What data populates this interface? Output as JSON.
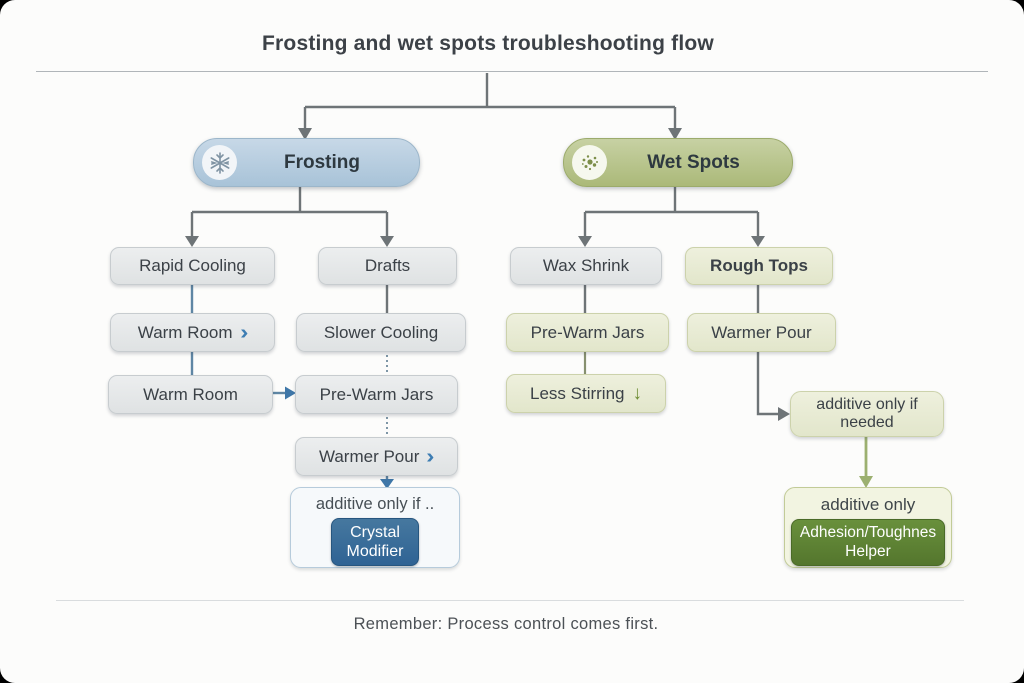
{
  "title": "Frosting and wet spots troubleshooting flow",
  "footer": "Remember: Process control comes first.",
  "colors": {
    "frosting_pill": "#b5cbdd",
    "wet_spots_pill": "#b8c48b",
    "gray_box": "#e6e8e9",
    "green_box": "#eaecd8",
    "crystal_chip": "#39719f",
    "helper_chip": "#5d7f33",
    "connector_gray": "#6e7477",
    "connector_blue": "#50789f",
    "connector_green": "#9cb070"
  },
  "pills": {
    "frosting": {
      "label": "Frosting",
      "icon": "snowflake-icon"
    },
    "wet_spots": {
      "label": "Wet Spots",
      "icon": "spots-icon"
    }
  },
  "nodes": {
    "rapid_cooling": {
      "label": "Rapid Cooling"
    },
    "drafts": {
      "label": "Drafts"
    },
    "wax_shrink": {
      "label": "Wax Shrink"
    },
    "rough_tops": {
      "label": "Rough Tops"
    },
    "warm_room_1": {
      "label": "Warm Room",
      "chevron": "›"
    },
    "slower_cooling": {
      "label": "Slower Cooling"
    },
    "pre_warm_jars_wet": {
      "label": "Pre-Warm Jars"
    },
    "warmer_pour_wet": {
      "label": "Warmer Pour"
    },
    "warm_room_2": {
      "label": "Warm Room"
    },
    "pre_warm_jars_frost": {
      "label": "Pre-Warm Jars"
    },
    "less_stirring": {
      "label": "Less Stirring",
      "arrow": "↓"
    },
    "warmer_pour_frost": {
      "label": "Warmer Pour",
      "chevron": "›"
    },
    "additive_if_needed": {
      "label": "additive only if needed"
    },
    "additive_frost": {
      "label": "additive only if ..",
      "chip": "Crystal Modifier"
    },
    "additive_wet": {
      "label": "additive only",
      "chip": "Adhesion/Toughnes Helper"
    }
  }
}
